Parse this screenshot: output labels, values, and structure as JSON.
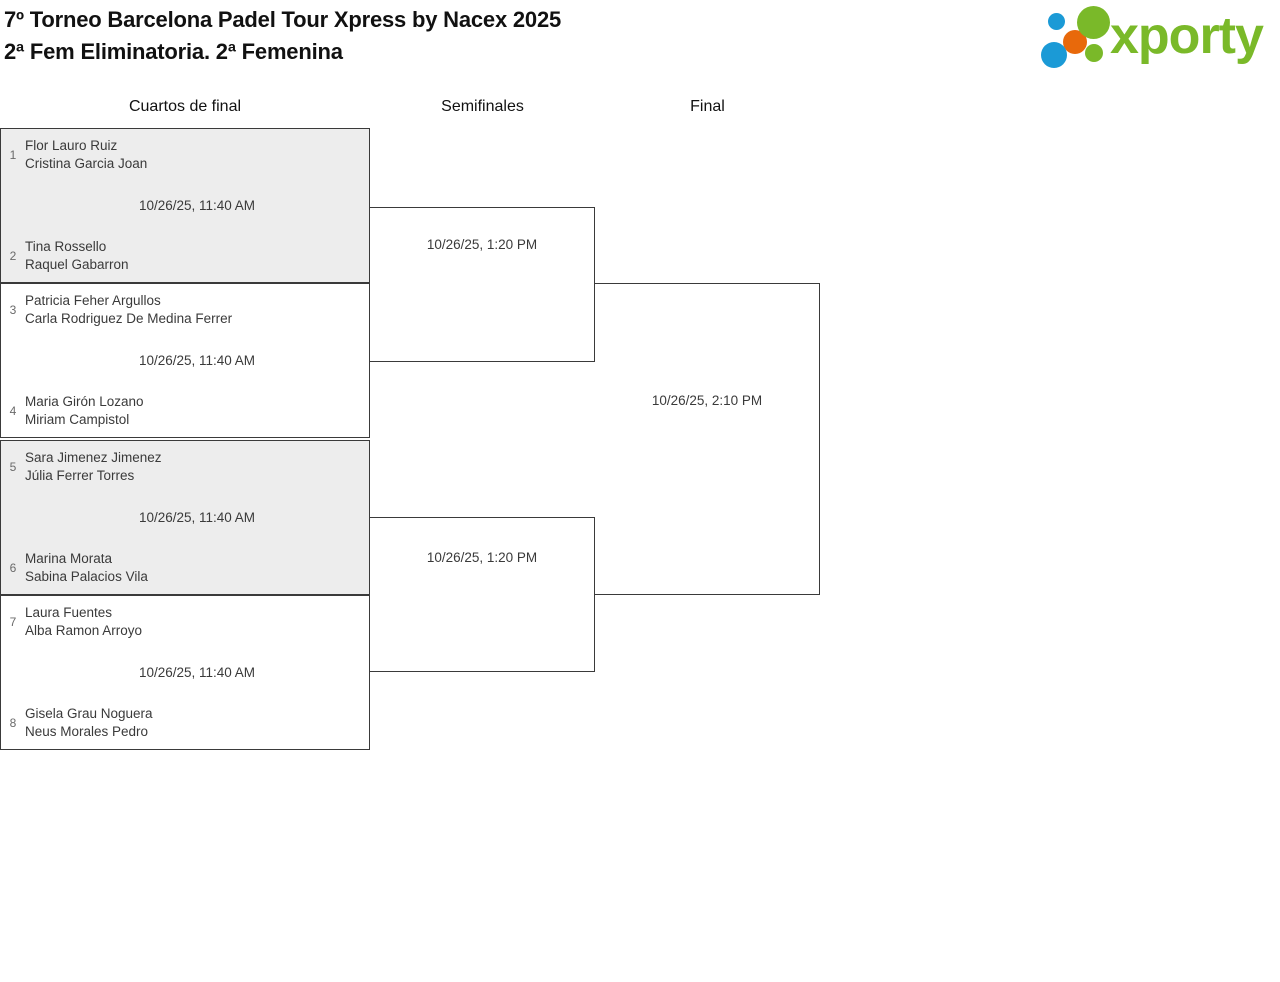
{
  "header": {
    "title_line1": "7º Torneo Barcelona Padel Tour Xpress by Nacex 2025",
    "title_line2": "2ª Fem Eliminatoria. 2ª Femenina",
    "logo_text": "xporty",
    "logo_colors": {
      "green": "#7AB929",
      "blue": "#1B9AD6",
      "orange": "#E8690B"
    }
  },
  "rounds": [
    {
      "label": "Cuartos de final"
    },
    {
      "label": "Semifinales"
    },
    {
      "label": "Final"
    }
  ],
  "bracket": {
    "quarterfinals": [
      {
        "shaded": true,
        "date": "10/26/25, 11:40 AM",
        "top": {
          "seed": "1",
          "player1": "Flor Lauro Ruiz",
          "player2": "Cristina Garcia Joan"
        },
        "bottom": {
          "seed": "2",
          "player1": "Tina Rossello",
          "player2": "Raquel Gabarron"
        }
      },
      {
        "shaded": false,
        "date": "10/26/25, 11:40 AM",
        "top": {
          "seed": "3",
          "player1": "Patricia Feher Argullos",
          "player2": "Carla Rodriguez De Medina Ferrer"
        },
        "bottom": {
          "seed": "4",
          "player1": "Maria Girón Lozano",
          "player2": "Miriam Campistol"
        }
      },
      {
        "shaded": true,
        "date": "10/26/25, 11:40 AM",
        "top": {
          "seed": "5",
          "player1": "Sara Jimenez Jimenez",
          "player2": "Júlia Ferrer Torres"
        },
        "bottom": {
          "seed": "6",
          "player1": "Marina Morata",
          "player2": "Sabina Palacios Vila"
        }
      },
      {
        "shaded": false,
        "date": "10/26/25, 11:40 AM",
        "top": {
          "seed": "7",
          "player1": "Laura Fuentes",
          "player2": "Alba Ramon Arroyo"
        },
        "bottom": {
          "seed": "8",
          "player1": "Gisela Grau Noguera",
          "player2": "Neus Morales Pedro"
        }
      }
    ],
    "semifinals": [
      {
        "date": "10/26/25, 1:20 PM"
      },
      {
        "date": "10/26/25, 1:20 PM"
      }
    ],
    "final": [
      {
        "date": "10/26/25, 2:10 PM"
      }
    ]
  }
}
